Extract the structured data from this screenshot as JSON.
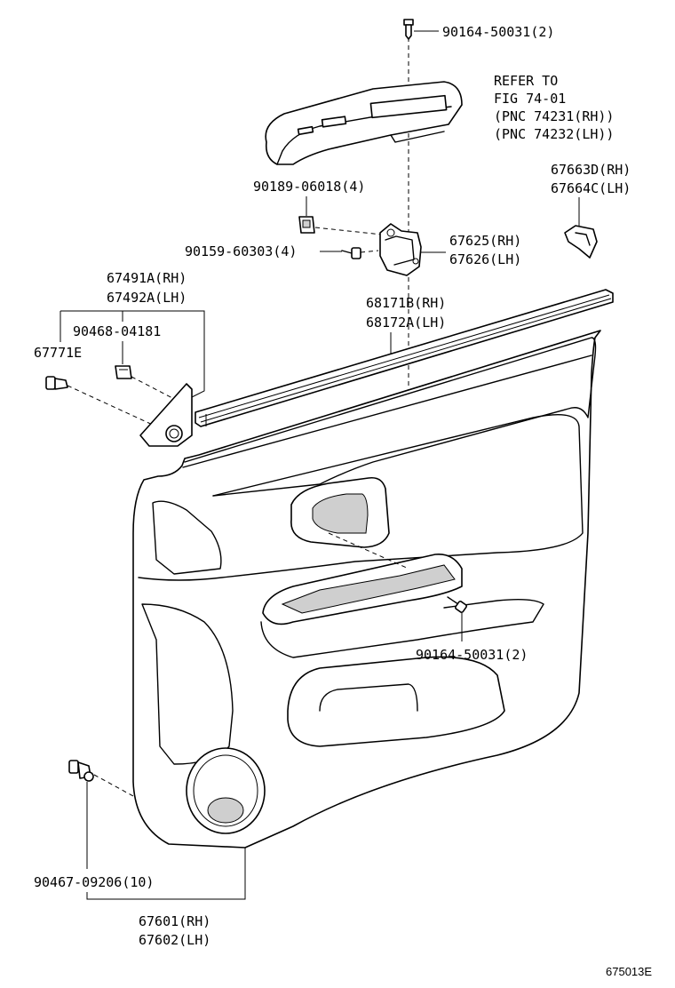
{
  "labels": {
    "screw_top": "90164-50031(2)",
    "refer_1": "REFER TO",
    "refer_2": "FIG 74-01",
    "refer_3": "(PNC 74231(RH))",
    "refer_4": "(PNC 74232(LH))",
    "clip_90189": "90189-06018(4)",
    "screw_90159": "90159-60303(4)",
    "bracket_rh": "67625(RH)",
    "bracket_lh": "67626(LH)",
    "cover_rh": "67663D(RH)",
    "cover_lh": "67664C(LH)",
    "garnish_rh": "67491A(RH)",
    "garnish_lh": "67492A(LH)",
    "clip_90468": "90468-04181",
    "clip_67771": "67771E",
    "weather_rh": "68171B(RH)",
    "weather_lh": "68172A(LH)",
    "screw_mid": "90164-50031(2)",
    "clip_90467": "90467-09206(10)",
    "panel_rh": "67601(RH)",
    "panel_lh": "67602(LH)",
    "figure_id": "675013E"
  }
}
